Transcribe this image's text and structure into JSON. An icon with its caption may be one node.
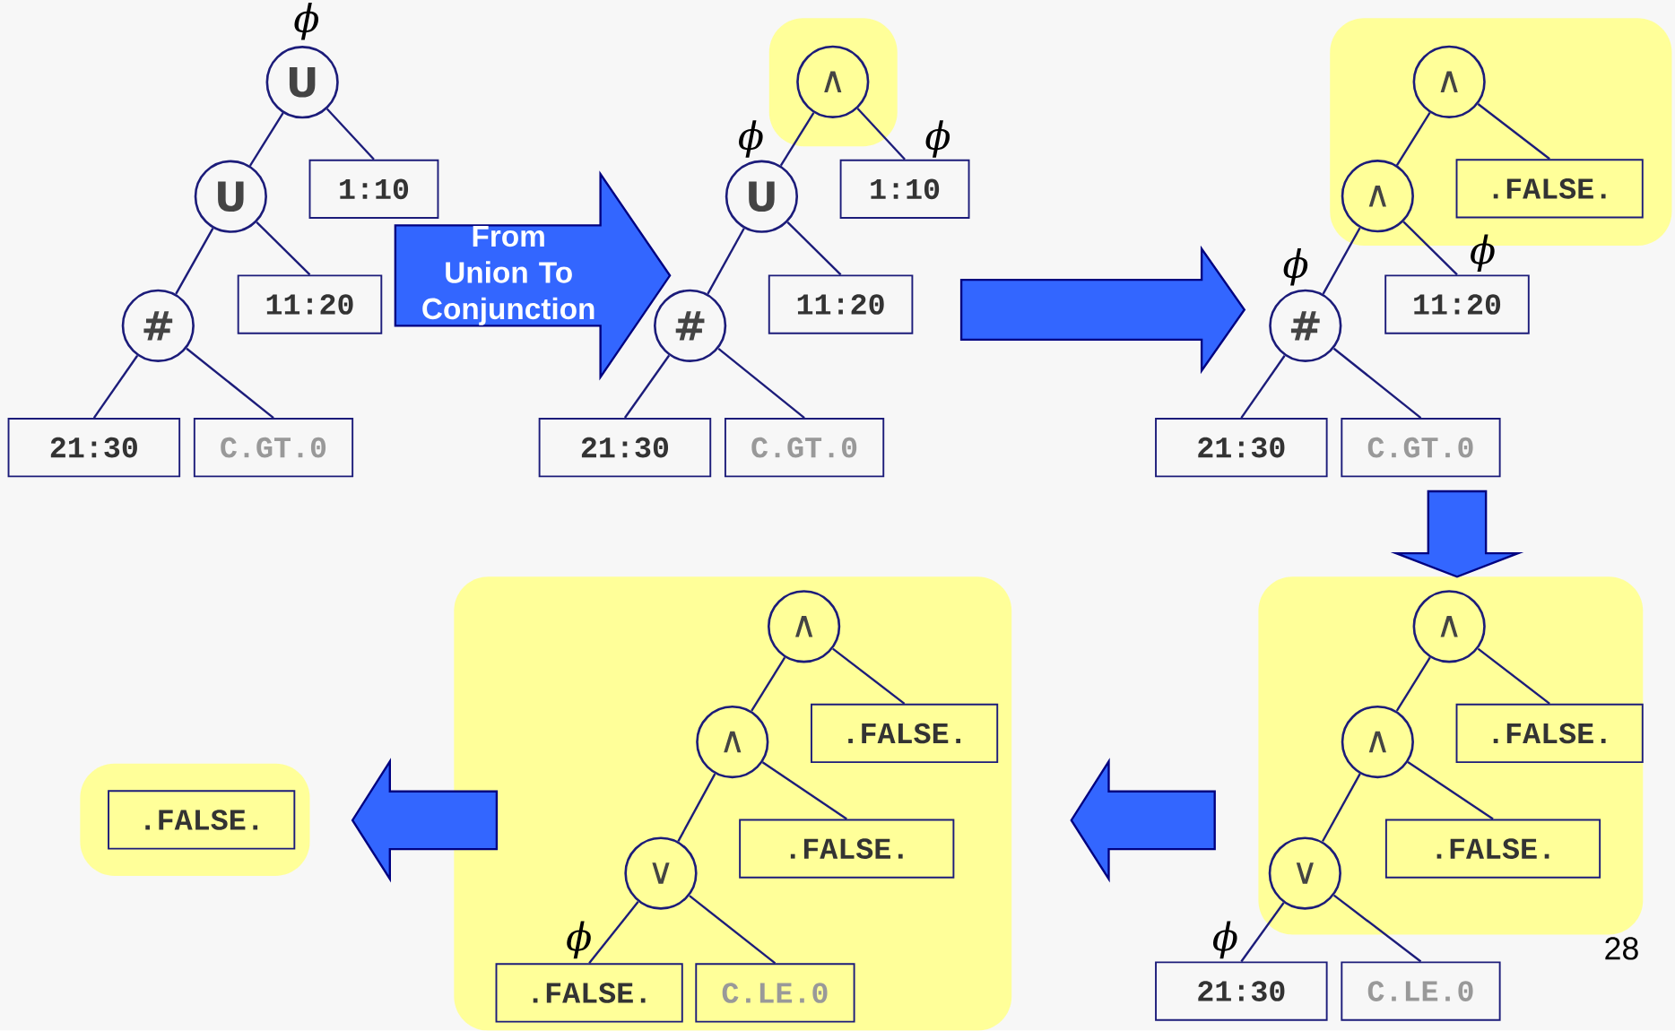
{
  "diagram": {
    "nodes": [
      {
        "text": [
          "U"
        ]
      },
      {
        "text": [
          "U"
        ]
      },
      {
        "text": [
          "1:10"
        ]
      },
      {
        "text": [
          "#"
        ]
      },
      {
        "text": [
          "11:20"
        ]
      },
      {
        "text": [
          "21:30"
        ]
      },
      {
        "text": [
          "C.GT.0"
        ]
      },
      {
        "text": [],
        "shape": "box"
      },
      {
        "text": [
          "∧"
        ],
        "in": 7
      },
      {
        "text": [
          "U"
        ]
      },
      {
        "text": [
          "1:10"
        ]
      },
      {
        "text": [
          "#"
        ]
      },
      {
        "text": [
          "11:20"
        ]
      },
      {
        "text": [
          "21:30"
        ]
      },
      {
        "text": [
          "C.GT.0"
        ]
      },
      {
        "text": [],
        "shape": "box"
      },
      {
        "text": [
          "∧"
        ],
        "in": 15
      },
      {
        "text": [
          "∧"
        ],
        "in": 15
      },
      {
        "text": [
          ".FALSE."
        ],
        "in": 15
      },
      {
        "text": [
          "#"
        ]
      },
      {
        "text": [
          "11:20"
        ]
      },
      {
        "text": [
          "21:30"
        ]
      },
      {
        "text": [
          "C.GT.0"
        ]
      },
      {
        "text": [],
        "shape": "box"
      },
      {
        "text": [
          "∧"
        ],
        "in": 23
      },
      {
        "text": [
          "∧"
        ],
        "in": 23
      },
      {
        "text": [
          ".FALSE."
        ],
        "in": 23
      },
      {
        "text": [
          "∨"
        ],
        "in": 23
      },
      {
        "text": [
          ".FALSE."
        ],
        "in": 23
      },
      {
        "text": [
          "21:30"
        ]
      },
      {
        "text": [
          "C.LE.0"
        ]
      },
      {
        "text": [],
        "shape": "box"
      },
      {
        "text": [
          "∧"
        ],
        "in": 31
      },
      {
        "text": [
          "∧"
        ],
        "in": 31
      },
      {
        "text": [
          ".FALSE."
        ],
        "in": 31
      },
      {
        "text": [
          "∨"
        ],
        "in": 31
      },
      {
        "text": [
          ".FALSE."
        ],
        "in": 31
      },
      {
        "text": [
          ".FALSE."
        ],
        "in": 31
      },
      {
        "text": [
          "C.LE.0"
        ],
        "in": 31
      },
      {
        "text": [],
        "shape": "box"
      },
      {
        "text": [
          ".FALSE."
        ],
        "in": 39
      }
    ],
    "edges": [
      {
        "from": 0,
        "to": 1,
        "arrow": "none"
      },
      {
        "from": 0,
        "to": 2,
        "arrow": "none"
      },
      {
        "from": 1,
        "to": 3,
        "arrow": "none"
      },
      {
        "from": 1,
        "to": 4,
        "arrow": "none"
      },
      {
        "from": 3,
        "to": 5,
        "arrow": "none"
      },
      {
        "from": 3,
        "to": 6,
        "arrow": "none"
      },
      {
        "from": 8,
        "to": 9,
        "arrow": "none"
      },
      {
        "from": 8,
        "to": 10,
        "arrow": "none"
      },
      {
        "from": 9,
        "to": 11,
        "arrow": "none"
      },
      {
        "from": 9,
        "to": 12,
        "arrow": "none"
      },
      {
        "from": 11,
        "to": 13,
        "arrow": "none"
      },
      {
        "from": 11,
        "to": 14,
        "arrow": "none"
      },
      {
        "from": 16,
        "to": 17,
        "arrow": "none"
      },
      {
        "from": 16,
        "to": 18,
        "arrow": "none"
      },
      {
        "from": 17,
        "to": 19,
        "arrow": "none"
      },
      {
        "from": 17,
        "to": 20,
        "arrow": "none"
      },
      {
        "from": 19,
        "to": 21,
        "arrow": "none"
      },
      {
        "from": 19,
        "to": 22,
        "arrow": "none"
      },
      {
        "from": 24,
        "to": 25,
        "arrow": "none"
      },
      {
        "from": 24,
        "to": 26,
        "arrow": "none"
      },
      {
        "from": 25,
        "to": 27,
        "arrow": "none"
      },
      {
        "from": 25,
        "to": 28,
        "arrow": "none"
      },
      {
        "from": 27,
        "to": 29,
        "arrow": "none"
      },
      {
        "from": 27,
        "to": 30,
        "arrow": "none"
      },
      {
        "from": 32,
        "to": 33,
        "arrow": "none"
      },
      {
        "from": 32,
        "to": 34,
        "arrow": "none"
      },
      {
        "from": 33,
        "to": 35,
        "arrow": "none"
      },
      {
        "from": 33,
        "to": 36,
        "arrow": "none"
      },
      {
        "from": 35,
        "to": 37,
        "arrow": "none"
      },
      {
        "from": 35,
        "to": 38,
        "arrow": "none"
      },
      {
        "from": 4,
        "to": 11,
        "arrow": "to",
        "label": "From Union To Conjunction",
        "style": "thick",
        "color": "#3366ff"
      },
      {
        "from": 12,
        "to": 19,
        "arrow": "to",
        "style": "thick",
        "color": "#3366ff"
      },
      {
        "from": 22,
        "to": 23,
        "arrow": "to",
        "style": "thick",
        "color": "#3366ff"
      },
      {
        "from": 23,
        "to": 31,
        "arrow": "to",
        "style": "thick",
        "color": "#3366ff"
      },
      {
        "from": 31,
        "to": 39,
        "arrow": "to",
        "style": "thick",
        "color": "#3366ff"
      }
    ],
    "labels": [
      "ϕ",
      "ϕ",
      "ϕ",
      "ϕ",
      "ϕ",
      "ϕ",
      "ϕ",
      "28"
    ]
  }
}
